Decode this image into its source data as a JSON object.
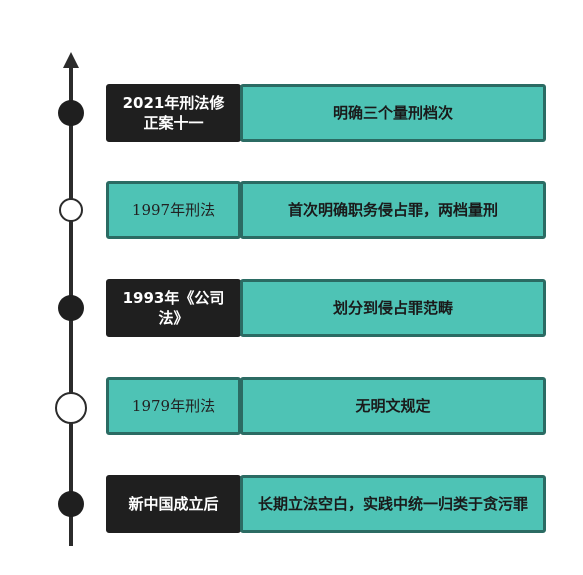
{
  "timeline": {
    "items": [
      {
        "label": "2021年刑法修正案十一",
        "description": "明确三个量刑档次",
        "marker": "filled",
        "style": "dark"
      },
      {
        "label": "1997年刑法",
        "description": "首次明确职务侵占罪，两档量刑",
        "marker": "hollow",
        "style": "light"
      },
      {
        "label": "1993年《公司法》",
        "description": "划分到侵占罪范畴",
        "marker": "filled",
        "style": "dark"
      },
      {
        "label": "1979年刑法",
        "description": "无明文规定",
        "marker": "hollow",
        "style": "light"
      },
      {
        "label": "新中国成立后",
        "description": "长期立法空白，实践中统一归类于贪污罪",
        "marker": "filled",
        "style": "dark"
      }
    ]
  },
  "colors": {
    "teal": "#4ec3b5",
    "dark": "#1f1f1f",
    "border": "#2b6b63"
  }
}
